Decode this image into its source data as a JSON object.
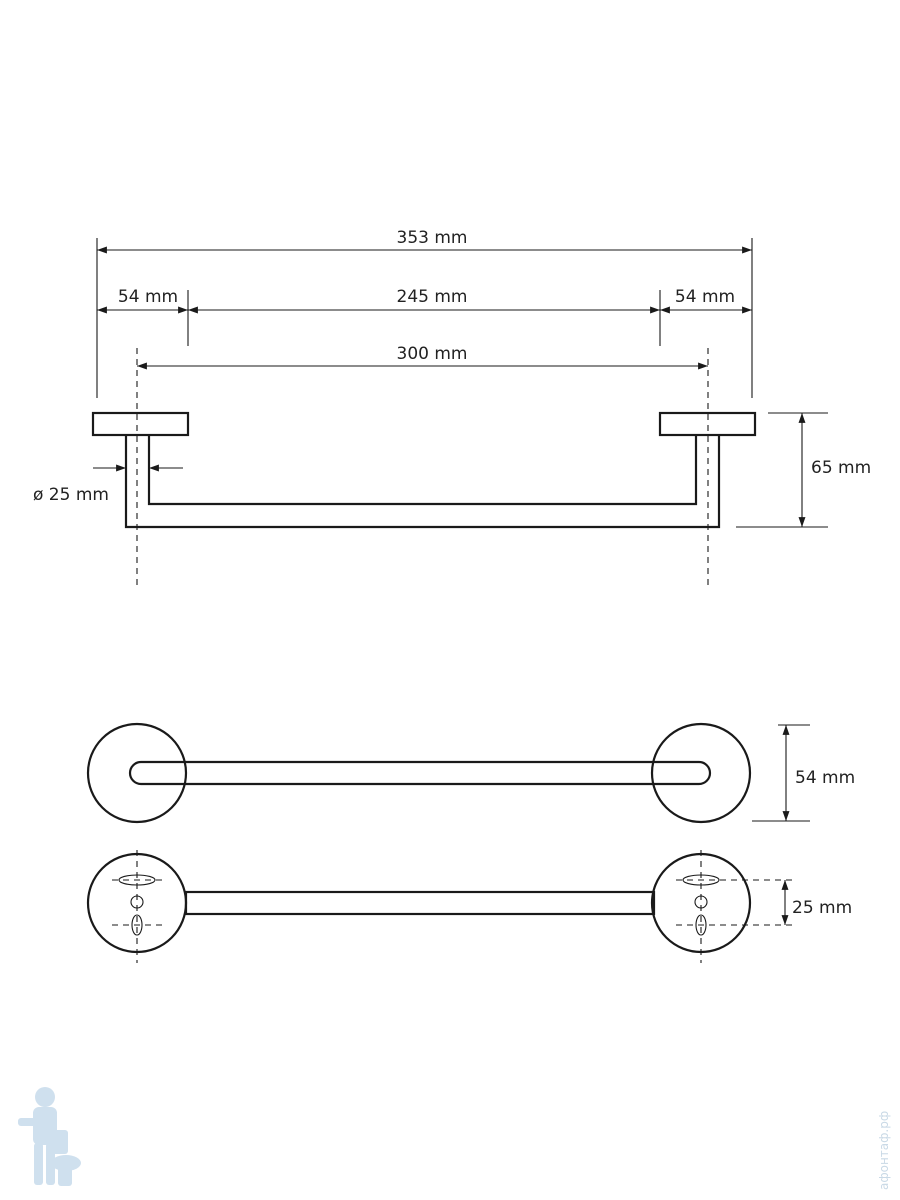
{
  "dimensions": {
    "overall_width": "353 mm",
    "left_flange": "54 mm",
    "center_span": "245 mm",
    "right_flange": "54 mm",
    "mount_spacing": "300 mm",
    "projection": "65 mm",
    "tube_diameter": "ø 25 mm",
    "flange_diameter": "54 mm",
    "screw_hole_spacing": "25 mm"
  },
  "watermark": {
    "text": "афонтаф.рф",
    "logo_icon": "plumber-icon"
  },
  "colors": {
    "line": "#1a1a1a",
    "watermark": "#c9d9e6"
  }
}
